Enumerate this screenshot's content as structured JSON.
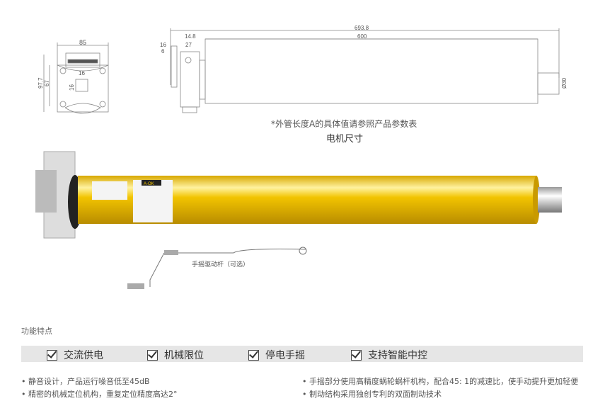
{
  "dimensions": {
    "front": {
      "width": "85",
      "height_total": "97.7",
      "height_inner": "67",
      "square_w": "16",
      "square_h": "16"
    },
    "side": {
      "total": "693.8",
      "tube": "600",
      "offset": "14.8",
      "head": "27",
      "d16": "16",
      "d6": "6",
      "diameter": "Ø30"
    }
  },
  "note": "*外管长度A的具体值请参照产品参数表",
  "caption": "电机尺寸",
  "crank_label": "手摇驱动杆（可选）",
  "section_title": "功能特点",
  "features": [
    "交流供电",
    "机械限位",
    "停电手摇",
    "支持智能中控"
  ],
  "bullets_left": [
    "• 静音设计，产品运行噪音低至45dB",
    "• 精密的机械定位机构，重复定位精度高达2°"
  ],
  "bullets_right": [
    "• 手摇部分使用高精度蜗轮蜗杆机构，配合45: 1的减速比，使手动提升更加轻便",
    "• 制动结构采用独创专利的双面制动技术"
  ],
  "brand": "A-OK",
  "colors": {
    "tube": "#f2c400",
    "bar": "#e6e6e6"
  }
}
